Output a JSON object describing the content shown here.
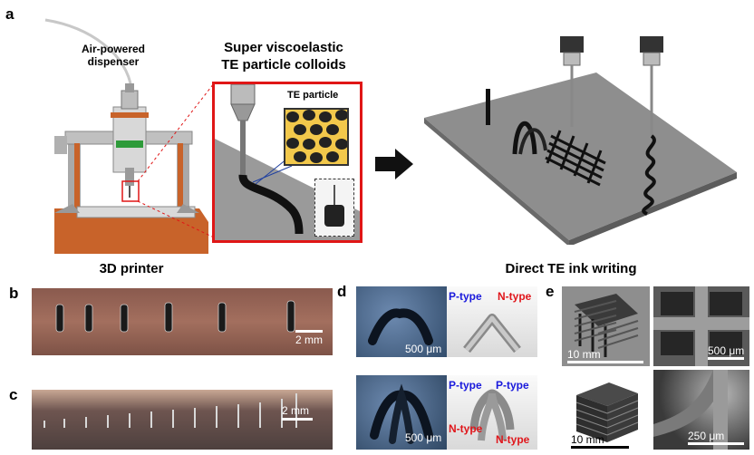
{
  "panels": {
    "a": {
      "letter": "a",
      "dispenser_label_line1": "Air-powered",
      "dispenser_label_line2": "dispenser",
      "title_line1": "Super viscoelastic",
      "title_line2": "TE particle colloids",
      "particle_label": "TE particle",
      "printer_caption": "3D printer",
      "writing_caption": "Direct TE ink writing"
    },
    "b": {
      "letter": "b",
      "scale": "2 mm"
    },
    "c": {
      "letter": "c",
      "scale": "2 mm"
    },
    "d": {
      "letter": "d",
      "scale_top": "500 μm",
      "scale_bottom": "500 μm",
      "top_left_type": "P-type",
      "top_right_type": "N-type",
      "bottom_top_left": "P-type",
      "bottom_top_right": "P-type",
      "bottom_low_left": "N-type",
      "bottom_low_right": "N-type"
    },
    "e": {
      "letter": "e",
      "scale_tl": "10 mm",
      "scale_tr": "500 μm",
      "scale_bl": "10 mm",
      "scale_br": "250 μm"
    }
  },
  "colors": {
    "frame_red": "#e01616",
    "printer_orange": "#c8632a",
    "p_type_blue": "#1a1adc",
    "n_type_red": "#e0161b"
  }
}
